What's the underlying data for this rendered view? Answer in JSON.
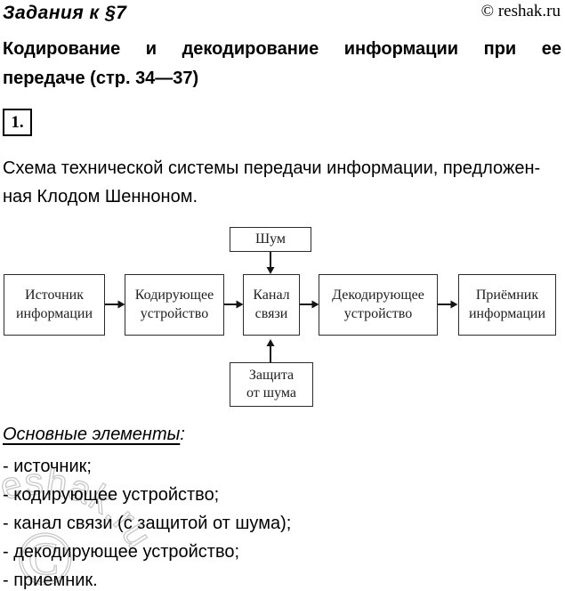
{
  "header": {
    "section_label": "Задания к §7",
    "copyright": "© reshak.ru"
  },
  "title": {
    "line1": "Кодирование и декодирование информации при ее",
    "line2": "передаче (стр. 34—37)"
  },
  "task": {
    "number": "1."
  },
  "intro": {
    "line1": "Схема технической системы передачи информации, предложен-",
    "line2": "ная Клодом Шенноном."
  },
  "diagram": {
    "noise_label": "Шум",
    "main_boxes": [
      {
        "line1": "Источник",
        "line2": "информации"
      },
      {
        "line1": "Кодирующее",
        "line2": "устройство"
      },
      {
        "line1": "Канал",
        "line2": "связи"
      },
      {
        "line1": "Декодирующее",
        "line2": "устройство"
      },
      {
        "line1": "Приёмник",
        "line2": "информации"
      }
    ],
    "protection": {
      "line1": "Защита",
      "line2": "от шума"
    }
  },
  "elements": {
    "heading": "Основные элементы",
    "colon": ":",
    "items": [
      "- источник;",
      "- кодирующее устройство;",
      "- канал связи (с защитой от шума);",
      "- декодирующее устройство;",
      "- приемник."
    ]
  },
  "watermark": {
    "text": "reshak.ru",
    "symbol": "©"
  },
  "colors": {
    "text": "#000000",
    "box_border": "#2b2b2b",
    "watermark_outline": "#c8c8c8"
  }
}
